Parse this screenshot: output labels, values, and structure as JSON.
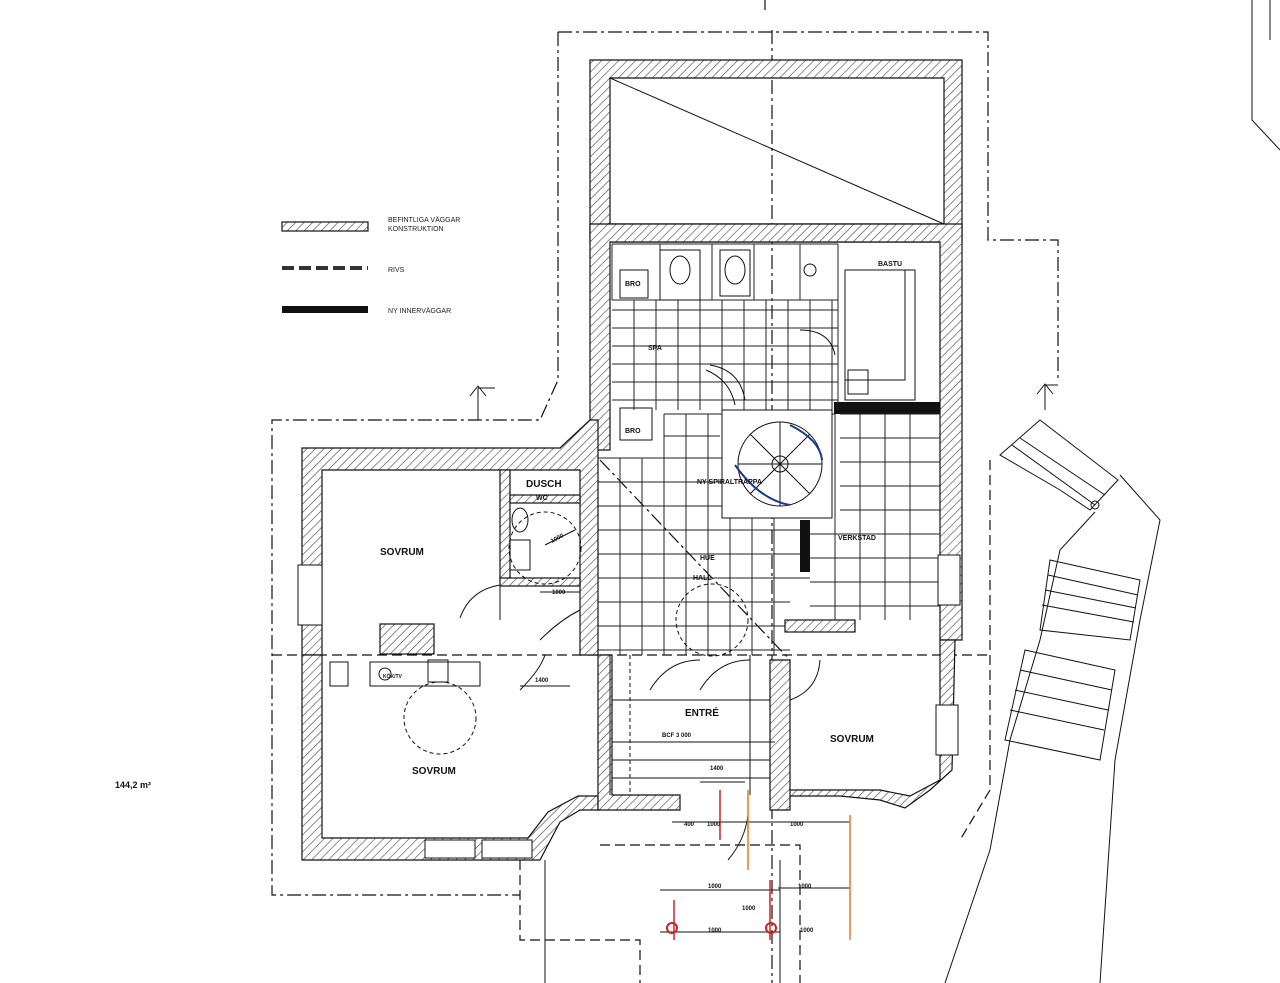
{
  "legend": [
    {
      "label": "BEFINTLIGA VÄGGAR\nKONSTRUKTION",
      "style": "hatched"
    },
    {
      "label": "RIVS",
      "style": "dashed"
    },
    {
      "label": "NY INNERVÄGGAR",
      "style": "solid-black"
    }
  ],
  "area": "144,2 m²",
  "rooms": {
    "sovrum_nw": "SOVRUM",
    "sovrum_sw": "SOVRUM",
    "sovrum_se": "SOVRUM",
    "dusch": "DUSCH",
    "wc": "WC",
    "hall_line1": "HUE",
    "hall_line2": "HALL",
    "entre": "ENTRÉ",
    "spa": "SPA",
    "bastu": "BASTU",
    "verkstad": "VERKSTAD",
    "bro1": "BRO",
    "bro2": "BRO",
    "stair_note": "NY SPIRALTRAPPA",
    "kitchen_note": "KÖK/TV"
  },
  "dimensions": {
    "d1": "1000",
    "d2": "1000",
    "d3": "1400",
    "d4": "1400",
    "d5": "1000",
    "d6": "400",
    "d7": "1000",
    "d8": "1000",
    "d9": "1000",
    "d10": "1000",
    "d11": "1000",
    "d12": "1000",
    "entre_note": "BCF 3 000"
  },
  "colors": {
    "walls": "#111111",
    "hatch": "#444444",
    "dimension_red": "#cc2222",
    "dimension_orange": "#e07b20"
  }
}
